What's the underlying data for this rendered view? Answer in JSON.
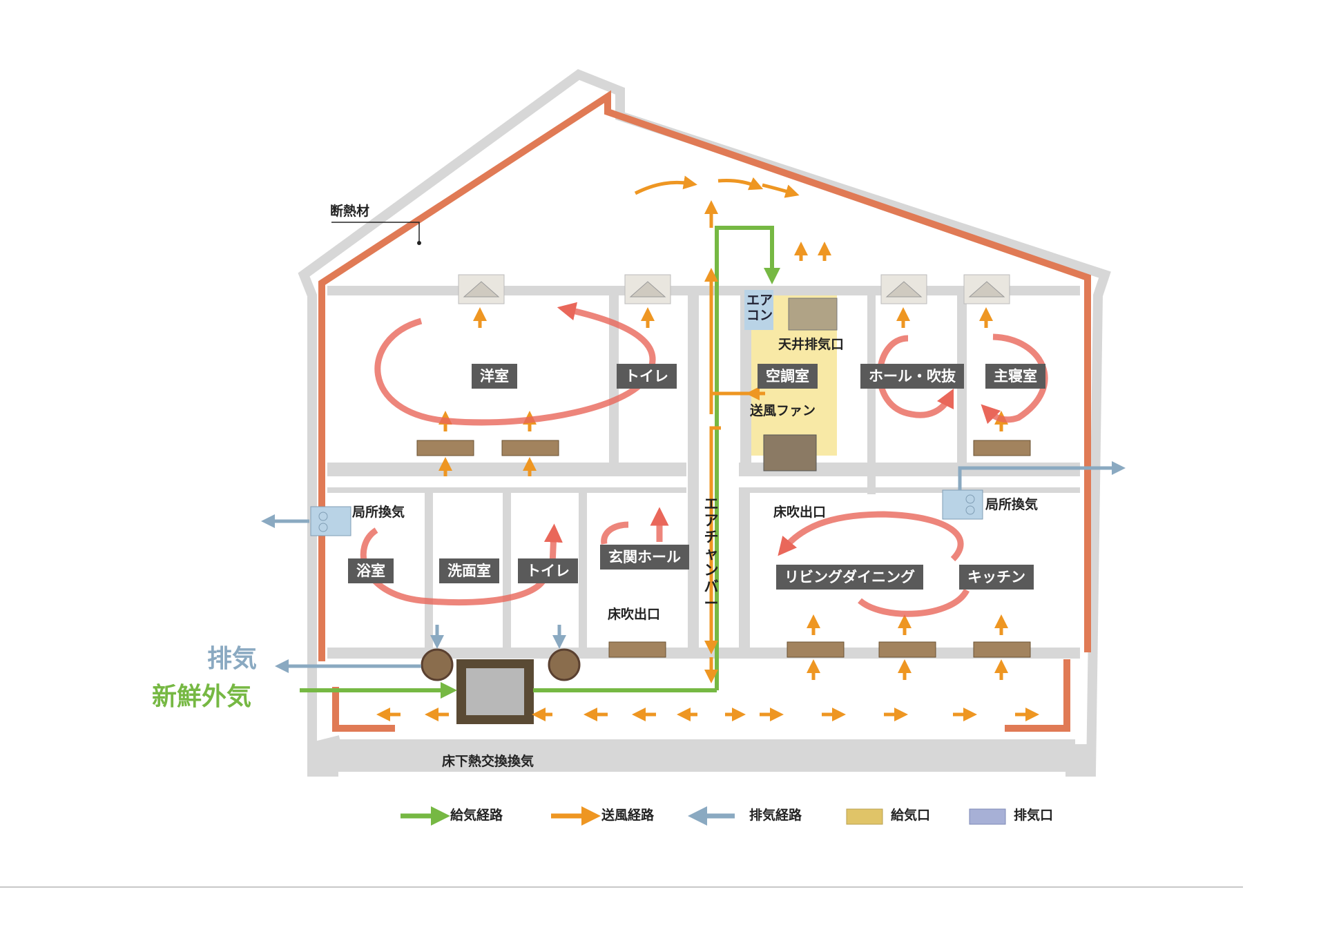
{
  "title_labels": {
    "insulation": "断熱材",
    "aircon": "エア\nコン",
    "ceiling_exhaust": "天井排気口",
    "fan": "送風ファン",
    "air_chamber": "エアチャンバー",
    "floor_outlet_left": "床吹出口",
    "floor_outlet_right": "床吹出口",
    "local_vent_left": "局所換気",
    "local_vent_right": "局所換気",
    "exhaust": "排気",
    "fresh_air": "新鮮外気",
    "underfloor": "床下熱交換換気"
  },
  "rooms": {
    "western": "洋室",
    "toilet_up": "トイレ",
    "ac_room": "空調室",
    "hall": "ホール・吹抜",
    "master": "主寝室",
    "bath": "浴室",
    "wash": "洗面室",
    "toilet_down": "トイレ",
    "entrance": "玄関ホール",
    "living": "リビングダイニング",
    "kitchen": "キッチン"
  },
  "legend": {
    "supply_route": "給気経路",
    "blow_route": "送風経路",
    "exhaust_route": "排気経路",
    "supply_port": "給気口",
    "exhaust_port": "排気口"
  },
  "colors": {
    "supply": "#76b843",
    "blow": "#ee9622",
    "exhaust": "#8aa9c1",
    "insulation": "#e07a55",
    "circulation": "#e9675a",
    "supply_port": "#e0c468",
    "exhaust_port": "#a7b0d6",
    "wall": "#d7d7d7"
  }
}
